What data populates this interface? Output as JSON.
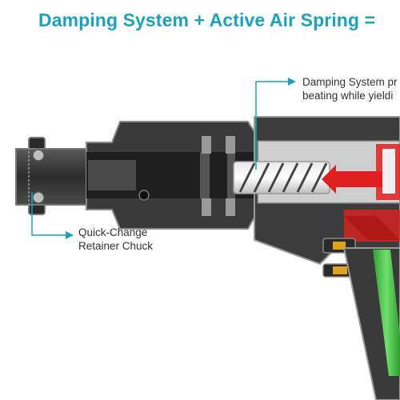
{
  "headline": {
    "text": "Damping System + Active Air Spring ="
  },
  "callouts": {
    "damping_system": {
      "line1": "Damping System pr",
      "line2": "beating while yieldi"
    },
    "quick_change_chuck": {
      "line1": "Quick-Change",
      "line2": "Retainer Chuck"
    }
  },
  "colors": {
    "accent_teal": "#1aa3bf",
    "body_dark": "#3c3c3c",
    "red_air_flow": "#e02020",
    "green_handle_tube": "#3fbf3f",
    "gray_metal": "#8c8c8c"
  }
}
